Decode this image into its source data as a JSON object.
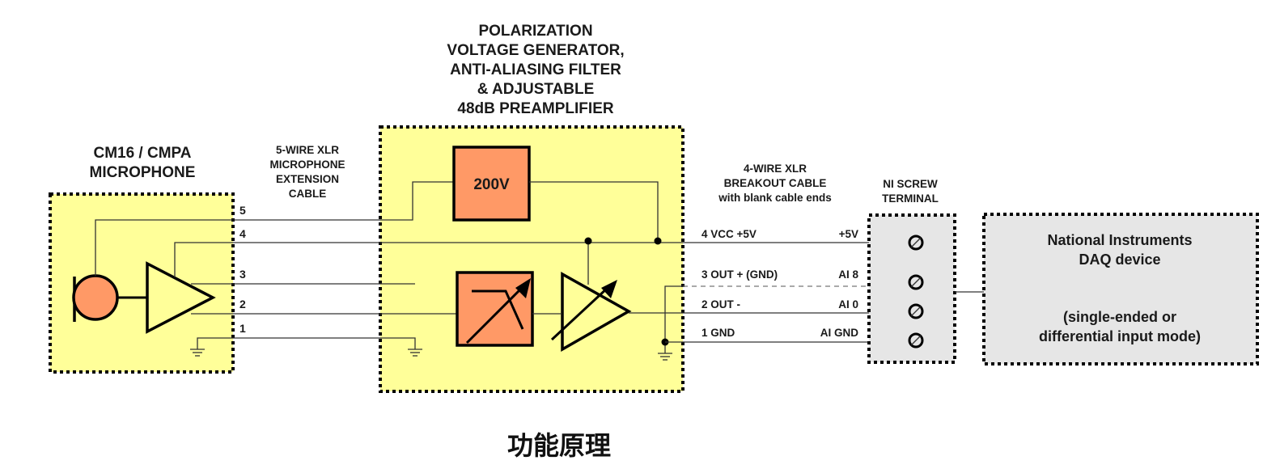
{
  "colors": {
    "module_fill": "#ffff99",
    "component_fill": "#ff9966",
    "terminal_fill": "#e6e6e6",
    "outline": "#000000",
    "wire": "#333333"
  },
  "microphone": {
    "title_line1": "CM16 / CMPA",
    "title_line2": "MICROPHONE",
    "pins": [
      "5",
      "4",
      "3",
      "2",
      "1"
    ]
  },
  "extension_cable": {
    "line1": "5-WIRE XLR",
    "line2": "MICROPHONE",
    "line3": "EXTENSION",
    "line4": "CABLE"
  },
  "preamp": {
    "title_line1": "POLARIZATION",
    "title_line2": "VOLTAGE GENERATOR,",
    "title_line3": "ANTI-ALIASING FILTER",
    "title_line4": "& ADJUSTABLE",
    "title_line5": "48dB PREAMPLIFIER",
    "voltage_label": "200V"
  },
  "breakout_cable": {
    "line1": "4-WIRE XLR",
    "line2": "BREAKOUT CABLE",
    "line3": "with blank cable ends",
    "signals": [
      {
        "left": "4 VCC +5V",
        "right": "+5V"
      },
      {
        "left": "3 OUT +  (GND)",
        "right": "AI 8"
      },
      {
        "left": "2 OUT -",
        "right": "AI 0"
      },
      {
        "left": "1 GND",
        "right": "AI GND"
      }
    ]
  },
  "screw_terminal": {
    "line1": "NI SCREW",
    "line2": "TERMINAL"
  },
  "daq": {
    "line1": "National Instruments",
    "line2": "DAQ device",
    "line3": "(single-ended or",
    "line4": "differential input mode)"
  },
  "caption": "功能原理"
}
